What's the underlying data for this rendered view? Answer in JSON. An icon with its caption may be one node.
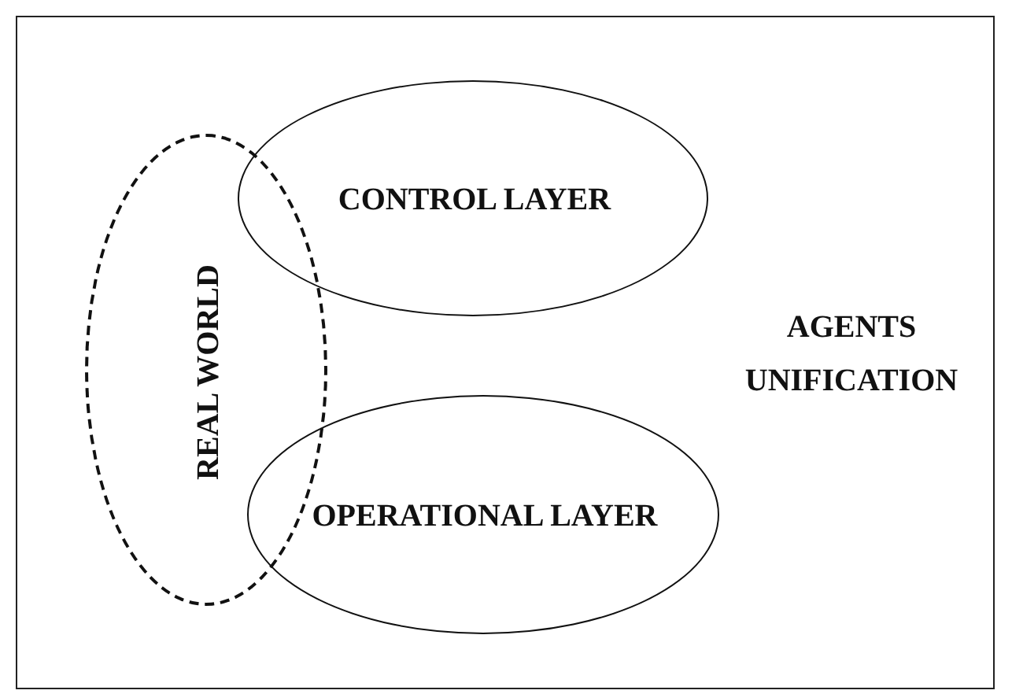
{
  "diagram": {
    "nodes": [
      {
        "text": [
          "AGENTS UNIFICATION"
        ]
      },
      {
        "text": [
          "CONTROL LAYER"
        ],
        "in": 0
      },
      {
        "text": [
          "REAL WORLD"
        ],
        "in": 0
      },
      {
        "text": [
          "OPERATIONAL LAYER"
        ],
        "in": 0
      }
    ]
  }
}
